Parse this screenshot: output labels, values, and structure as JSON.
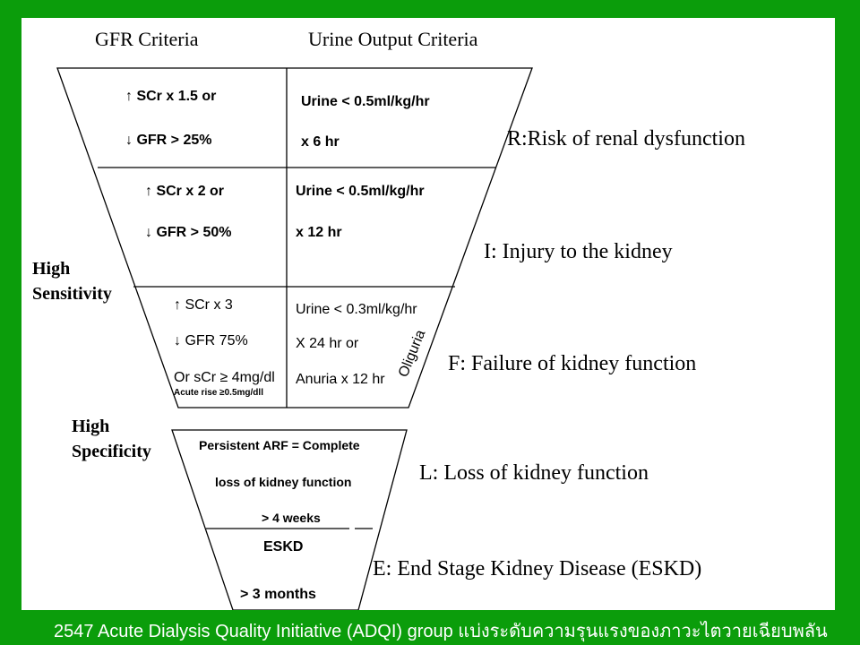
{
  "headers": {
    "gfr": "GFR Criteria",
    "urine": "Urine Output Criteria"
  },
  "rows": [
    {
      "gfr_line1": "↑ SCr x 1.5 or",
      "gfr_line2": "↓ GFR > 25%",
      "urine_line1": "Urine < 0.5ml/kg/hr",
      "urine_line2": "x 6 hr",
      "stage": "R:Risk of renal dysfunction"
    },
    {
      "gfr_line1": "↑ SCr x 2 or",
      "gfr_line2": "↓ GFR > 50%",
      "urine_line1": "Urine < 0.5ml/kg/hr",
      "urine_line2": "x 12 hr",
      "stage": "I: Injury to the kidney"
    },
    {
      "gfr_line1": "↑ SCr x 3",
      "gfr_line2": "↓ GFR 75%",
      "gfr_line3": "Or sCr ≥ 4mg/dl",
      "gfr_line4": "Acute rise ≥0.5mg/dll",
      "urine_line1": "Urine < 0.3ml/kg/hr",
      "urine_line2": "X 24 hr or",
      "urine_line3": "Anuria x 12 hr",
      "stage": "F: Failure of kidney function"
    }
  ],
  "oliguria": "Oliguria",
  "loss": {
    "line1": "Persistent ARF = Complete",
    "line2": "loss of kidney function",
    "line3": "> 4 weeks",
    "stage": "L: Loss of kidney function"
  },
  "eskd": {
    "line1": "ESKD",
    "line2": "> 3 months",
    "stage": "E: End Stage Kidney Disease (ESKD)"
  },
  "side_labels": {
    "sensitivity_1": "High",
    "sensitivity_2": "Sensitivity",
    "specificity_1": "High",
    "specificity_2": "Specificity"
  },
  "footer": "2547 Acute Dialysis Quality Initiative (ADQI) group แบ่งระดับความรุนแรงของภาวะไตวายเฉียบพลัน"
}
